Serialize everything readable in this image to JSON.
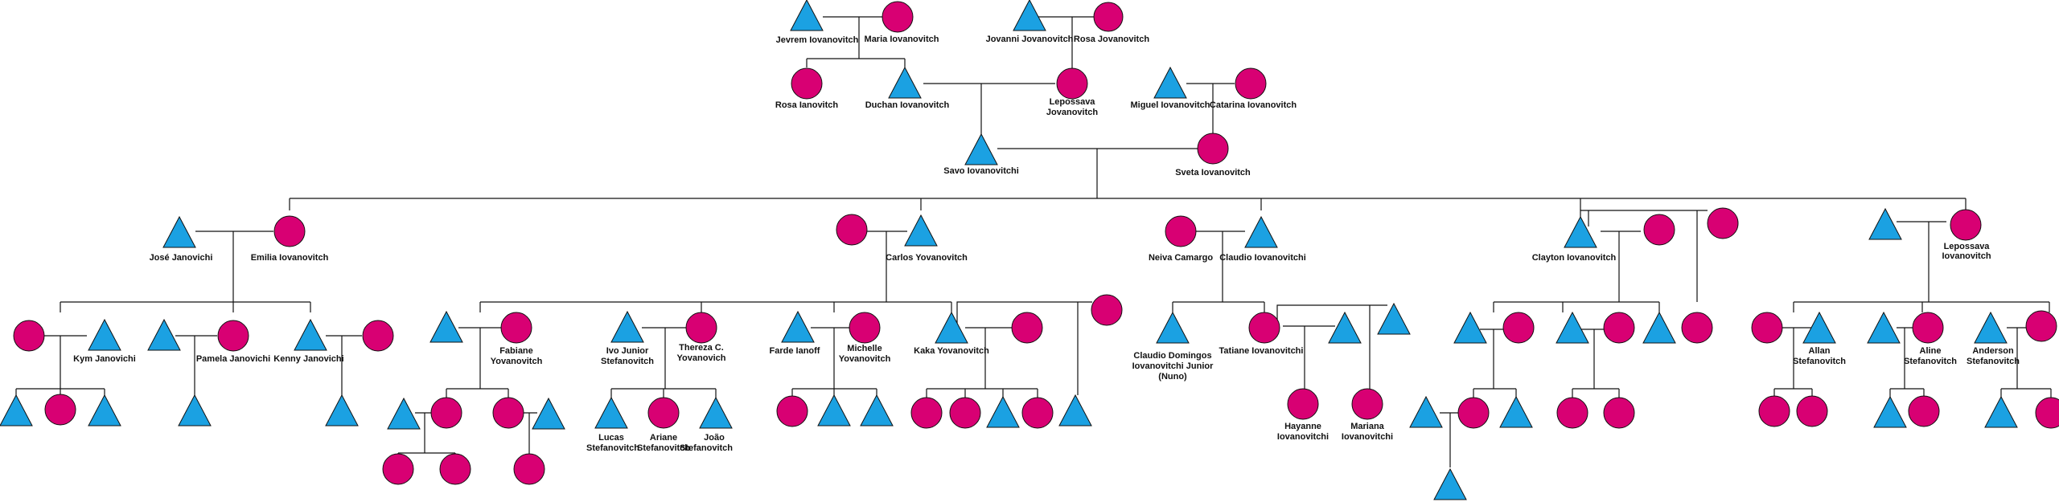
{
  "colors": {
    "male": "#1ba1e2",
    "female": "#d80073",
    "stroke": "#111111",
    "line": "#111111",
    "label": "#111111"
  },
  "labels": {
    "jevrem": "Jevrem Iovanovitch",
    "maria": "Maria Iovanovitch",
    "jovanni": "Jovanni Jovanovitch",
    "rosa_jovanovitch": "Rosa Jovanovitch",
    "rosa_ianovitch": "Rosa Ianovitch",
    "duchan": "Duchan Iovanovitch",
    "lepossava_1": "Lepossava",
    "lepossava_2": "Jovanovitch",
    "miguel": "Miguel Iovanovitch",
    "catarina": "Catarina Iovanovitch",
    "savo": "Savo Iovanovitchi",
    "sveta": "Sveta Iovanovitch",
    "jose": "José Janovichi",
    "emilia": "Emilia Iovanovitch",
    "carlos": "Carlos Yovanovitch",
    "neiva": "Neiva Camargo",
    "claudio": "Claudio Iovanovitchi",
    "clayton": "Clayton Iovanovitch",
    "lepossava_b_1": "Lepossava",
    "lepossava_b_2": "Iovanovitch",
    "kym": "Kym Janovichi",
    "pamela": "Pamela Janovichi",
    "kenny": "Kenny Janovichi",
    "fabiane_1": "Fabiane",
    "fabiane_2": "Yovanovitch",
    "ivo_1": "Ivo Junior",
    "ivo_2": "Stefanovitch",
    "thereza_1": "Thereza C.",
    "thereza_2": "Yovanovich",
    "farde": "Farde Ianoff",
    "michelle_1": "Michelle",
    "michelle_2": "Yovanovitch",
    "kaka": "Kaka Yovanovitch",
    "cdj_1": "Claudio Domingos",
    "cdj_2": "Iovanovitchi Junior",
    "cdj_3": "(Nuno)",
    "tatiane": "Tatiane Iovanovitchi",
    "allan_1": "Allan",
    "allan_2": "Stefanovitch",
    "aline_1": "Aline",
    "aline_2": "Stefanovitch",
    "anderson_1": "Anderson",
    "anderson_2": "Stefanovitch",
    "lucas_1": "Lucas",
    "lucas_2": "Stefanovitch",
    "ariane_1": "Ariane",
    "ariane_2": "Stefanovitch",
    "joao_1": "João",
    "joao_2": "Stefanovitch",
    "hayanne_1": "Hayanne",
    "hayanne_2": "Iovanovitchi",
    "mariana_1": "Mariana",
    "mariana_2": "Iovanovitchi"
  }
}
